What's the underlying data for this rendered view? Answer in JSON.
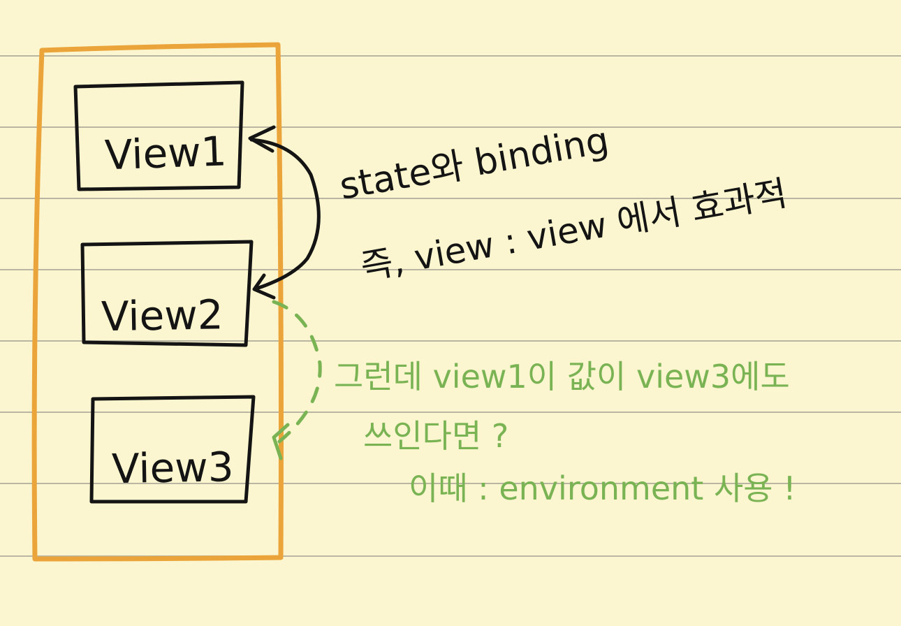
{
  "colors": {
    "paper": "#fbf6cf",
    "rule": "#b9b5a3",
    "outline": "#eba43a",
    "ink": "#141414",
    "note": "#7ab353"
  },
  "views": [
    {
      "label": "View1"
    },
    {
      "label": "View2"
    },
    {
      "label": "View3"
    }
  ],
  "notes": {
    "binding_line1": "state와 binding",
    "binding_line2a": "즉, view : view 에서 효과적",
    "question_line1": "그런데 view1이 값이 view3에도",
    "question_line2": "쓰인다면 ?",
    "answer_line": "이때 : environment 사용 !"
  }
}
